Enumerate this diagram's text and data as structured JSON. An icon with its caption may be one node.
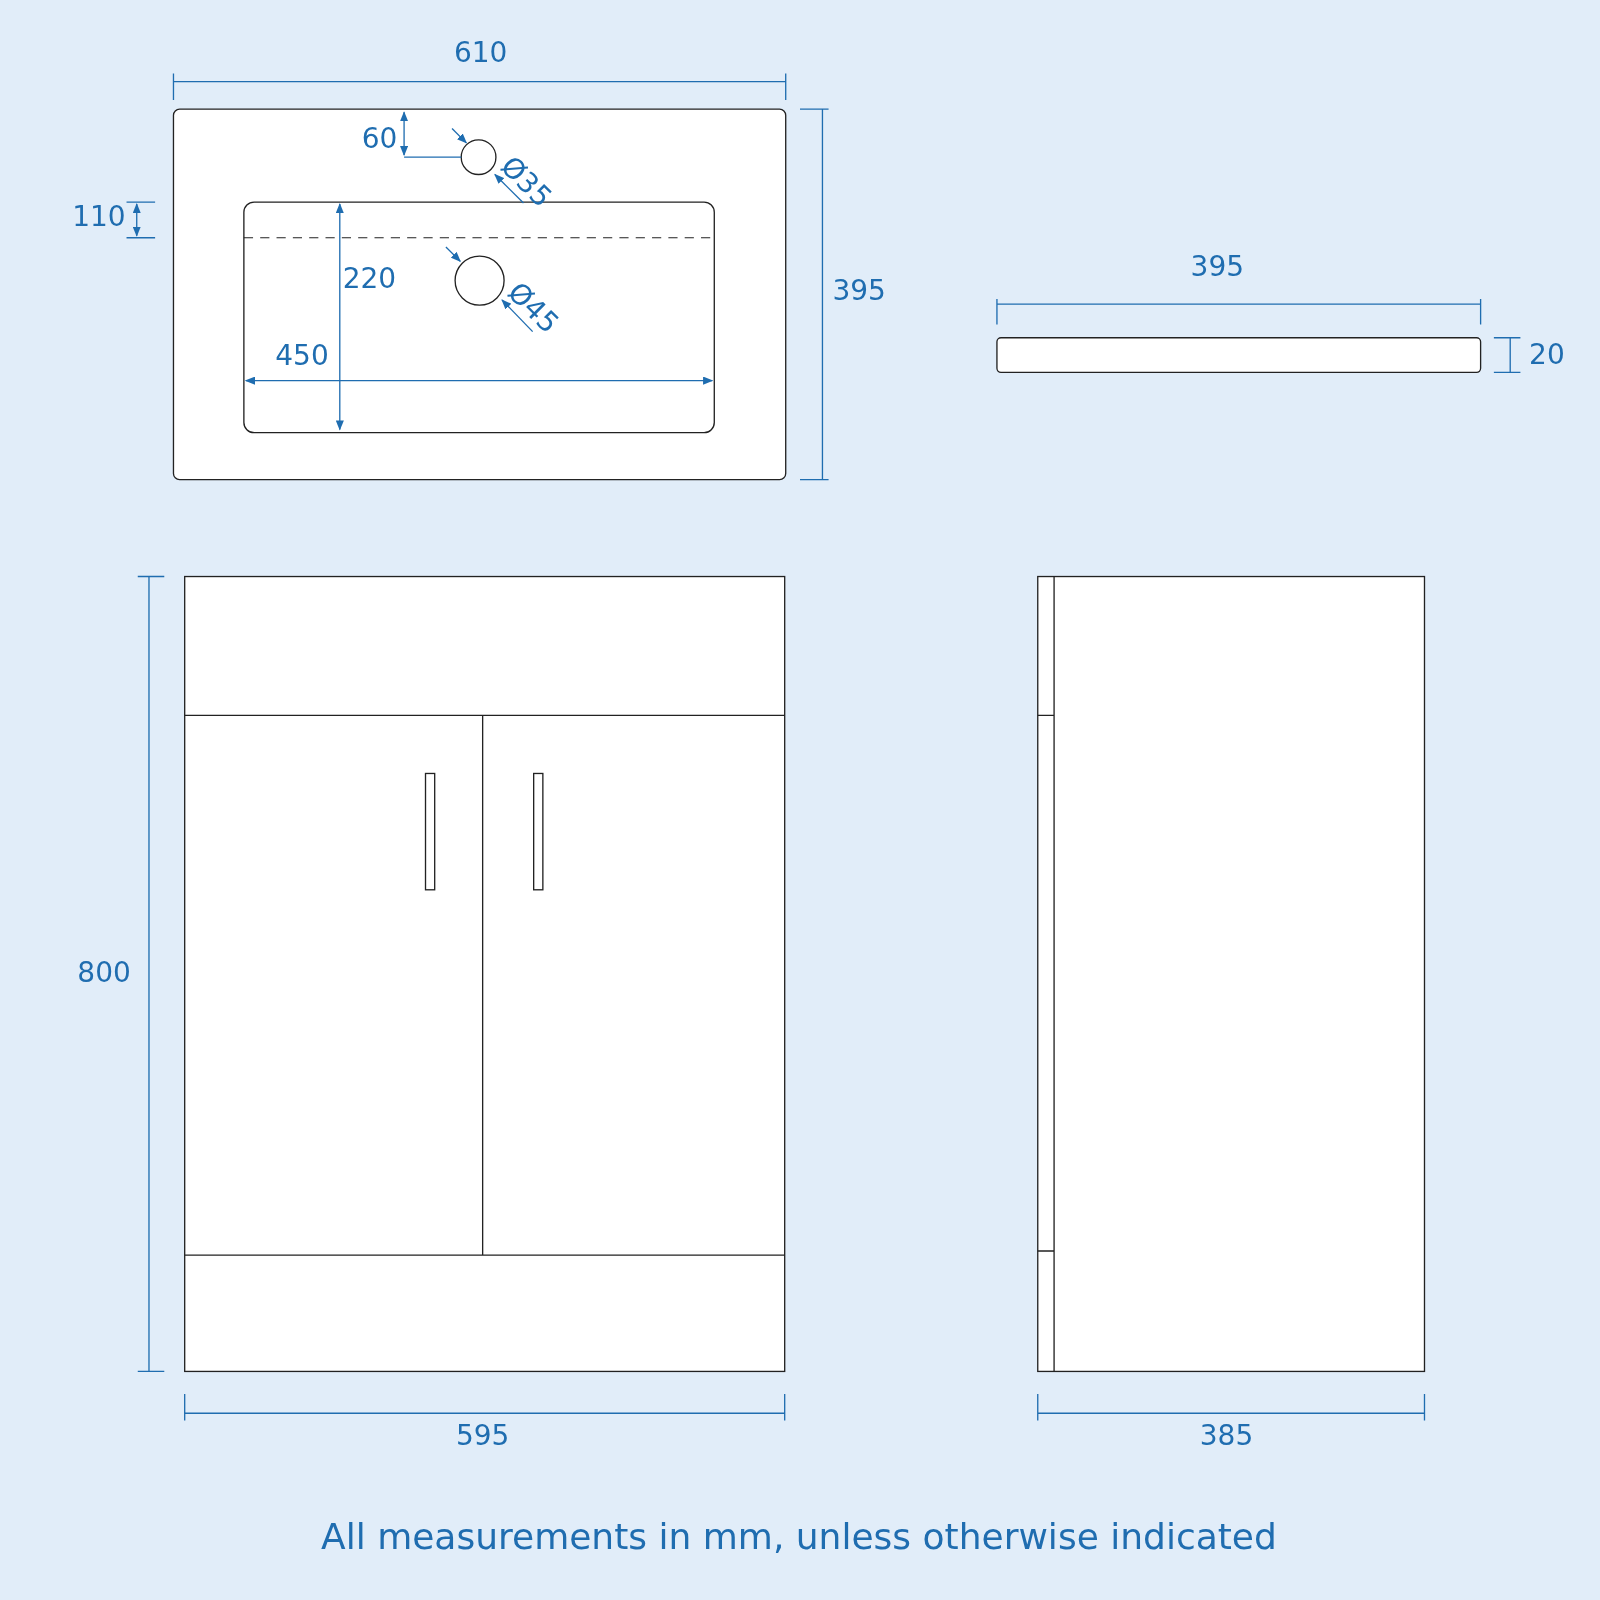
{
  "diagram": {
    "caption": "All measurements in mm, unless otherwise indicated",
    "labels": [
      "610",
      "60",
      "Ø35",
      "110",
      "220",
      "395",
      "395",
      "Ø45",
      "450",
      "20",
      "800",
      "595",
      "385"
    ]
  }
}
